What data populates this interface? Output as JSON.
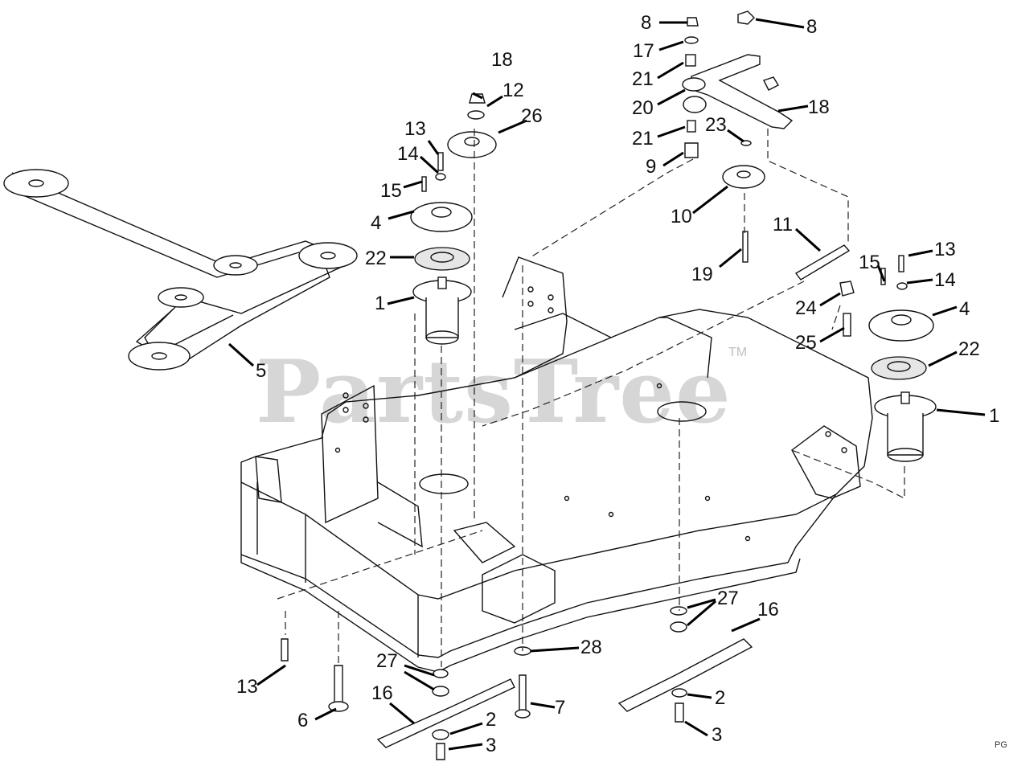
{
  "watermark": {
    "text": "PartsTree",
    "trademark": "TM"
  },
  "corner_code": "PG",
  "callouts": [
    "1",
    "1",
    "2",
    "2",
    "3",
    "3",
    "4",
    "4",
    "5",
    "6",
    "7",
    "8",
    "8",
    "9",
    "10",
    "11",
    "12",
    "13",
    "13",
    "13",
    "14",
    "14",
    "15",
    "15",
    "16",
    "16",
    "17",
    "18",
    "18",
    "19",
    "20",
    "21",
    "21",
    "22",
    "22",
    "23",
    "24",
    "25",
    "26",
    "27",
    "27",
    "28"
  ]
}
